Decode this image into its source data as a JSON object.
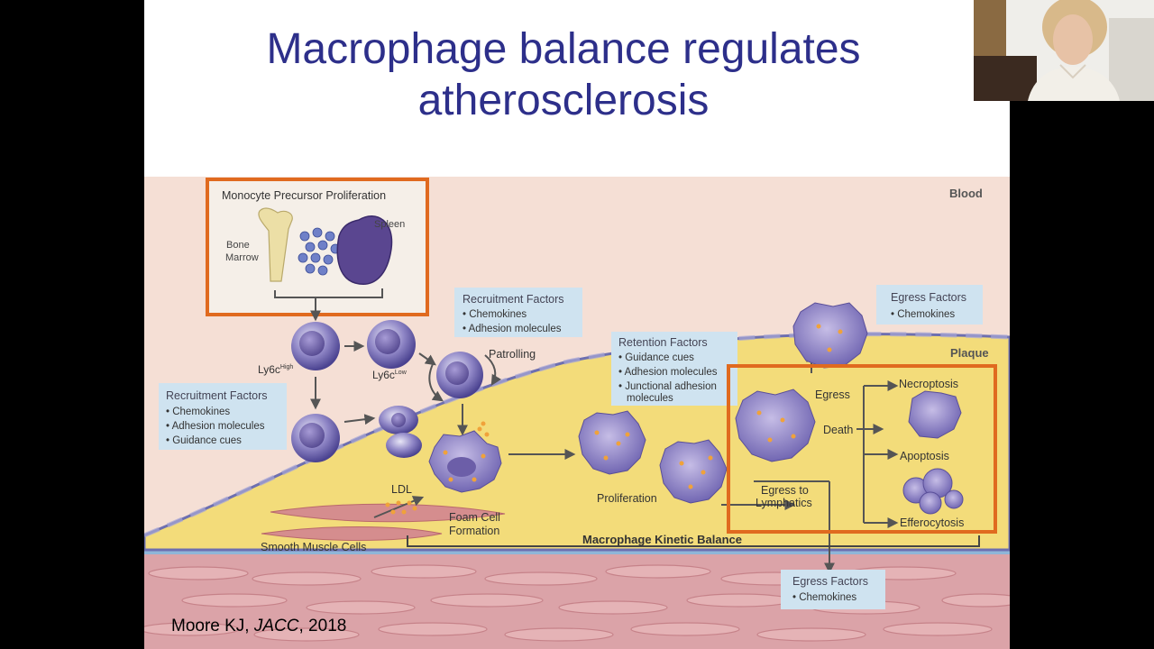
{
  "slide": {
    "title_line1": "Macrophage balance regulates",
    "title_line2": "atherosclerosis",
    "citation_author": "Moore KJ, ",
    "citation_journal": "JACC",
    "citation_year": ", 2018"
  },
  "figure": {
    "blood": "Blood",
    "plaque": "Plaque",
    "precursor_title": "Monocyte Precursor Proliferation",
    "bone": "Bone",
    "marrow": "Marrow",
    "spleen": "Spleen",
    "ly6c_high_base": "Ly6c",
    "ly6c_high_sup": "High",
    "ly6c_low_base": "Ly6c",
    "ly6c_low_sup": "Low",
    "patrolling": "Patrolling",
    "recruit_top": {
      "title": "Recruitment Factors",
      "items": [
        "• Chemokines",
        "• Adhesion molecules"
      ]
    },
    "recruit_left": {
      "title": "Recruitment Factors",
      "items": [
        "• Chemokines",
        "• Adhesion molecules",
        "• Guidance cues"
      ]
    },
    "retention": {
      "title": "Retention Factors",
      "items": [
        "• Guidance cues",
        "• Adhesion molecules",
        "• Junctional adhesion",
        "molecules"
      ]
    },
    "egress_top": {
      "title": "Egress Factors",
      "items": [
        "• Chemokines"
      ]
    },
    "egress_bottom": {
      "title": "Egress Factors",
      "items": [
        "• Chemokines"
      ]
    },
    "ldl": "LDL",
    "foam1": "Foam Cell",
    "foam2": "Formation",
    "proliferation": "Proliferation",
    "egress": "Egress",
    "death": "Death",
    "necroptosis": "Necroptosis",
    "apoptosis": "Apoptosis",
    "efferocytosis": "Efferocytosis",
    "egress_lymph1": "Egress to",
    "egress_lymph2": "Lymphatics",
    "smooth_muscle": "Smooth Muscle Cells",
    "kinetic_balance": "Macrophage Kinetic Balance"
  },
  "colors": {
    "title": "#2d2f8a",
    "highlight_box": "#e06a1f",
    "blood_bg": "#f5dfd5",
    "plaque": "#f3dc7a",
    "media": "#dba3a8",
    "label_box": "#cfe3f0",
    "cell": "#7b70b8"
  }
}
